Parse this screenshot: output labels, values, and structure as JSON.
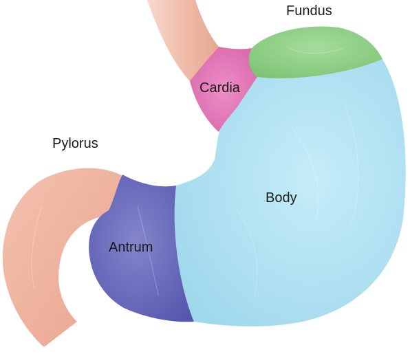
{
  "labels": {
    "fundus": "Fundus",
    "cardia": "Cardia",
    "pylorus": "Pylorus",
    "body": "Body",
    "antrum": "Antrum"
  },
  "colors": {
    "fundus": "#8fd08a",
    "cardia": "#e27ab8",
    "body": "#b8e6f4",
    "antrum": "#6f70c0",
    "esophagus": "#f2c3b3",
    "duodenum": "#f0b4a1"
  }
}
